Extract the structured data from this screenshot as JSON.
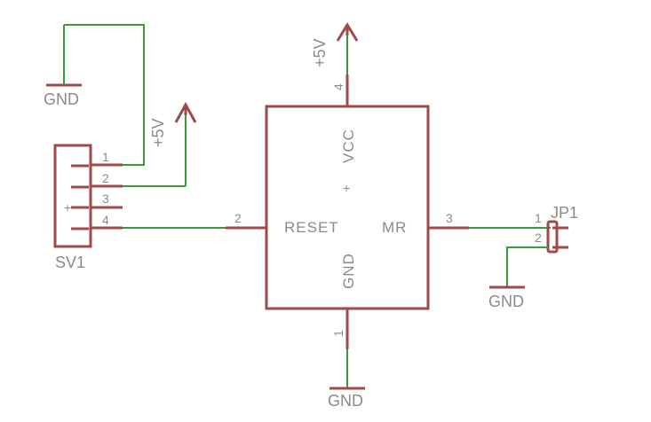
{
  "components": {
    "sv1": {
      "name": "SV1",
      "pins": [
        "1",
        "2",
        "3",
        "4"
      ]
    },
    "jp1": {
      "name": "JP1",
      "pins": [
        "1",
        "2"
      ]
    },
    "ic": {
      "pin_labels": {
        "vcc": "VCC",
        "reset": "RESET",
        "mr": "MR",
        "gnd": "GND"
      },
      "pin_numbers": {
        "vcc": "4",
        "reset": "2",
        "mr": "3",
        "gnd": "1"
      },
      "origin_mark": "+"
    }
  },
  "supplies": {
    "gnd_label": "GND",
    "vcc_label": "+5V"
  },
  "colors": {
    "wire": "#3a9a3a",
    "part": "#9e4a4a",
    "text": "#8a8a8a"
  }
}
